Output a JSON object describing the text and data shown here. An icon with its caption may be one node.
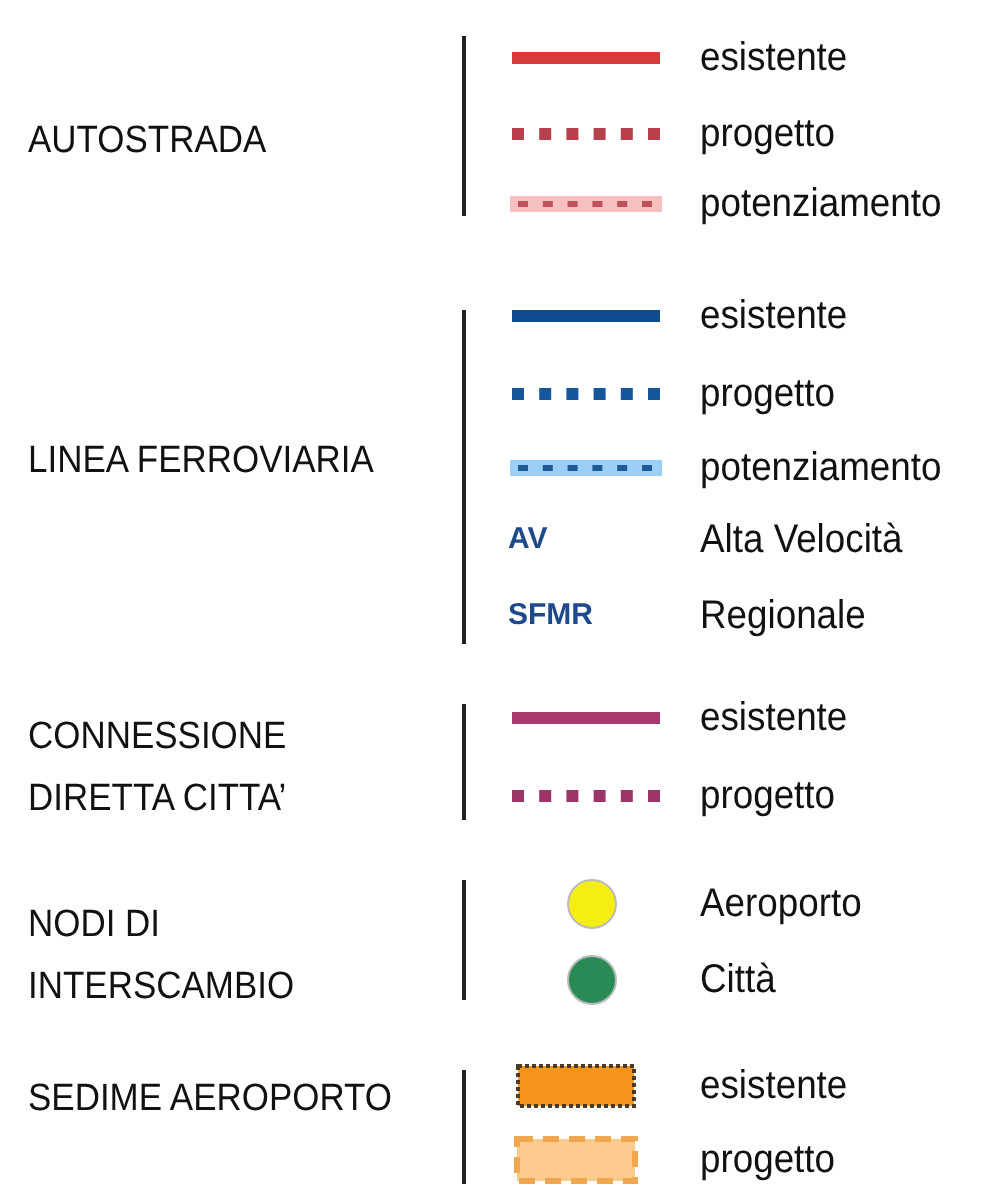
{
  "diagram": {
    "labels": [
      "AUTOSTRADA",
      "LINEA FERROVIARIA",
      "AV",
      "SFMR",
      "CONNESSIONE DIRETTA CITTA’",
      "NODI DI INTERSCAMBIO",
      "SEDIME AEROPORTO"
    ],
    "legend": [
      {
        "text": "esistente"
      },
      {
        "text": "progetto"
      },
      {
        "text": "potenziamento"
      },
      {
        "text": "esistente"
      },
      {
        "text": "progetto"
      },
      {
        "text": "potenziamento"
      },
      {
        "text": "Alta Velocità"
      },
      {
        "text": "Regionale"
      },
      {
        "text": "esistente"
      },
      {
        "text": "progetto"
      },
      {
        "text": "Aeroporto",
        "color": "#f5ee10"
      },
      {
        "text": "Città",
        "color": "#2a8a55"
      },
      {
        "text": "esistente"
      },
      {
        "text": "progetto"
      }
    ]
  }
}
